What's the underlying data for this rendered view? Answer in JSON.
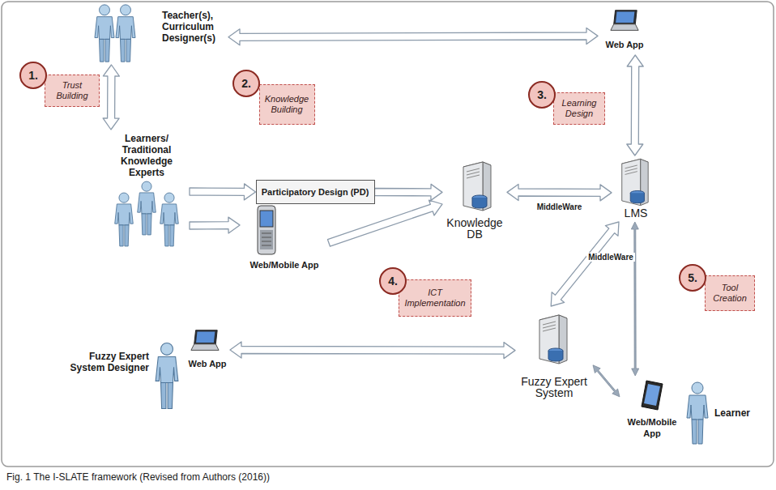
{
  "diagram": {
    "caption": "Fig. 1 The I-SLATE framework (Revised from Authors (2016))",
    "nodes": [
      {
        "text": [
          "Teacher(s), Curriculum Designer(s)"
        ]
      },
      {
        "text": [
          "Web App"
        ]
      },
      {
        "text": [
          "1."
        ]
      },
      {
        "text": [
          "Trust Building"
        ]
      },
      {
        "text": [
          "2."
        ]
      },
      {
        "text": [
          "Knowledge Building"
        ]
      },
      {
        "text": [
          "3."
        ]
      },
      {
        "text": [
          "Learning Design"
        ]
      },
      {
        "text": [
          "Learners/ Traditional Knowledge Experts"
        ]
      },
      {
        "text": [
          "Participatory Design (PD)"
        ]
      },
      {
        "text": [
          "Knowledge DB"
        ]
      },
      {
        "text": [
          "LMS"
        ]
      },
      {
        "text": [
          "Web/Mobile App"
        ]
      },
      {
        "text": [
          "4."
        ]
      },
      {
        "text": [
          "ICT Implementation"
        ]
      },
      {
        "text": [
          "5."
        ]
      },
      {
        "text": [
          "Tool Creation"
        ]
      },
      {
        "text": [
          "Fuzzy Expert System Designer"
        ]
      },
      {
        "text": [
          "Web App"
        ]
      },
      {
        "text": [
          "Fuzzy Expert System"
        ]
      },
      {
        "text": [
          "Web/Mobile App"
        ]
      },
      {
        "text": [
          "Learner"
        ]
      }
    ],
    "edges": [
      {
        "from": 0,
        "to": 1,
        "arrow": "both"
      },
      {
        "from": 0,
        "to": 8,
        "arrow": "both"
      },
      {
        "from": 8,
        "to": 9,
        "arrow": "to"
      },
      {
        "from": 8,
        "to": 12,
        "arrow": "to"
      },
      {
        "from": 9,
        "to": 10,
        "arrow": "to"
      },
      {
        "from": 12,
        "to": 10,
        "arrow": "to"
      },
      {
        "from": 10,
        "to": 11,
        "label": "MiddleWare",
        "arrow": "both"
      },
      {
        "from": 1,
        "to": 11,
        "arrow": "both"
      },
      {
        "from": 11,
        "to": 19,
        "arrow": "both"
      },
      {
        "from": 11,
        "to": 20,
        "label": "MiddleWare",
        "arrow": "both"
      },
      {
        "from": 18,
        "to": 19,
        "arrow": "both"
      },
      {
        "from": 19,
        "to": 20,
        "arrow": "both"
      }
    ]
  }
}
